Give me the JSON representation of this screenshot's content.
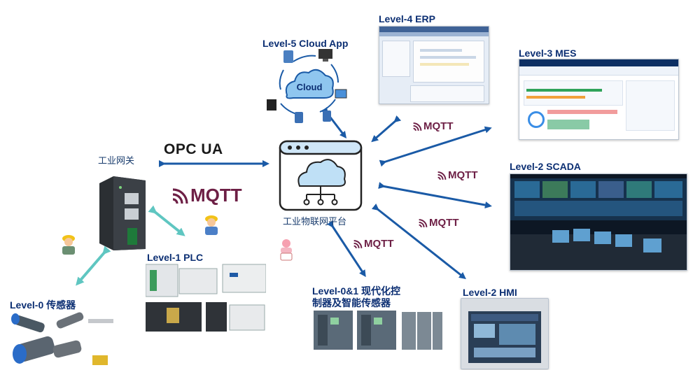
{
  "title": "",
  "nodes": {
    "platform": {
      "label": "工业物联网平台"
    },
    "gateway": {
      "label": "工业网关"
    },
    "cloud_app": {
      "label": "Level-5 Cloud App",
      "cloud_text": "Cloud"
    },
    "erp": {
      "label": "Level-4  ERP"
    },
    "mes": {
      "label": "Level-3  MES"
    },
    "scada": {
      "label": "Level-2 SCADA"
    },
    "hmi": {
      "label": "Level-2  HMI"
    },
    "controllers": {
      "label_line1": "Level-0&1 现代化控",
      "label_line2": "制器及智能传感器"
    },
    "plc": {
      "label": "Level-1  PLC"
    },
    "sensors": {
      "label": "Level-0  传感器"
    }
  },
  "protocols": {
    "opcua": "OPC UA",
    "mqtt": "MQTT"
  },
  "colors": {
    "arrow": "#1a5aa6",
    "teal_arrow": "#5fc6c1",
    "mqtt": "#6d1f45",
    "label": "#0c2f73"
  }
}
